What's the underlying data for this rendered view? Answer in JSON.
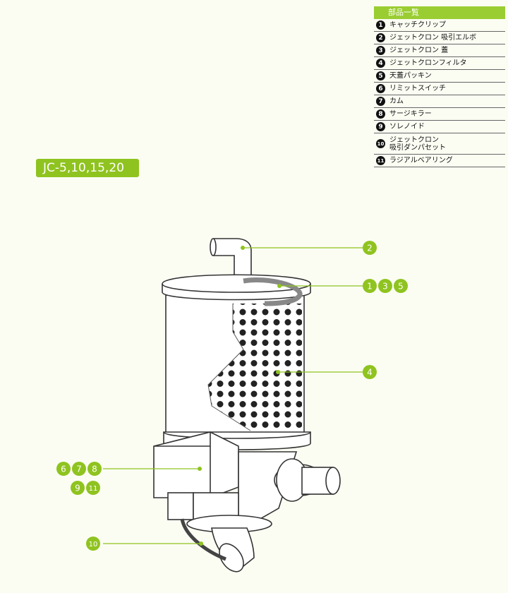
{
  "parts_list": {
    "title": "部品一覧",
    "items": [
      {
        "num": "1",
        "label": "キャッチクリップ"
      },
      {
        "num": "2",
        "label": "ジェットクロン 吸引エルボ"
      },
      {
        "num": "3",
        "label": "ジェットクロン 蓋"
      },
      {
        "num": "4",
        "label": "ジェットクロンフィルタ"
      },
      {
        "num": "5",
        "label": "天蓋パッキン"
      },
      {
        "num": "6",
        "label": "リミットスイッチ"
      },
      {
        "num": "7",
        "label": "カム"
      },
      {
        "num": "8",
        "label": "サージキラー"
      },
      {
        "num": "9",
        "label": "ソレノイド"
      },
      {
        "num": "10",
        "label": "ジェットクロン\n吸引ダンパセット"
      },
      {
        "num": "11",
        "label": "ラジアルベアリング"
      }
    ]
  },
  "model_label": "JC-5,10,15,20",
  "callouts": {
    "c2": "2",
    "c1": "1",
    "c3": "3",
    "c5": "5",
    "c4": "4",
    "c6": "6",
    "c7": "7",
    "c8": "8",
    "c9": "9",
    "c11": "11",
    "c10": "10"
  },
  "colors": {
    "accent_green": "#8fc31f",
    "header_green": "#9acd32",
    "background": "#fbfdf3",
    "outline": "#333333"
  }
}
